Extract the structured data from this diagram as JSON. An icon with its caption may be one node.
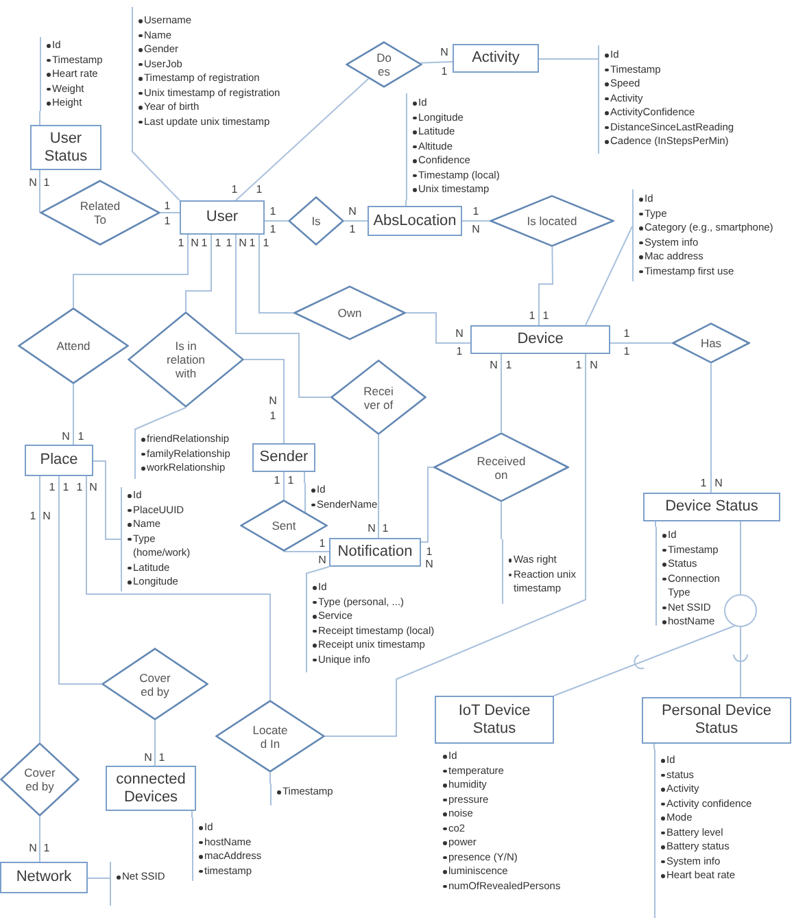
{
  "diagram": {
    "nodes": [
      {
        "text": [
          "Username",
          "Name",
          "Gender",
          "UserJob",
          "Timestamp of registration",
          "Unix timestamp of registration",
          "Year of birth",
          "Last update unix timestamp"
        ]
      },
      {
        "text": [
          "Do es"
        ]
      },
      {
        "text": [
          "Activity"
        ]
      },
      {
        "text": [
          "Id",
          "Timestamp",
          "Speed",
          "Activity",
          "ActivityConfidence",
          "DistanceSinceLastReading",
          "Cadence (InStepsPerMin)"
        ]
      },
      {
        "text": [
          "Id",
          "Timestamp",
          "Heart rate",
          "Weight",
          "Height"
        ]
      },
      {
        "text": [
          "User Status"
        ]
      },
      {
        "text": [
          "Id",
          "Longitude",
          "Latitude",
          "Altitude",
          "Confidence",
          "Timestamp (local)",
          "Unix timestamp"
        ]
      },
      {
        "text": [
          "Related To"
        ]
      },
      {
        "text": [
          "User"
        ]
      },
      {
        "text": [
          "Is"
        ]
      },
      {
        "text": [
          "AbsLocation"
        ]
      },
      {
        "text": [
          "Is located"
        ]
      },
      {
        "text": [
          "Id",
          "Type",
          "Category (e.g., smartphone)",
          "System info",
          "Mac address",
          "Timestamp first use"
        ]
      },
      {
        "text": [
          "Own"
        ]
      },
      {
        "text": [
          "Attend"
        ]
      },
      {
        "text": [
          "Is in relation with"
        ]
      },
      {
        "text": [
          "Device"
        ]
      },
      {
        "text": [
          "Has"
        ]
      },
      {
        "text": [
          "Recei ver of"
        ]
      },
      {
        "text": [
          "friendRelationship",
          "familyRelationship",
          "workRelationship"
        ]
      },
      {
        "text": [
          "Sender"
        ]
      },
      {
        "text": [
          "Received on"
        ]
      },
      {
        "text": [
          "Place"
        ]
      },
      {
        "text": [
          "Id",
          "SenderName"
        ]
      },
      {
        "text": [
          "Id",
          "PlaceUUID",
          "Name",
          "Type (home/work)",
          "Latitude",
          "Longitude"
        ]
      },
      {
        "text": [
          "Device Status"
        ]
      },
      {
        "text": [
          "Sent"
        ]
      },
      {
        "text": [
          "Notification"
        ]
      },
      {
        "text": [
          "Was right",
          "Reaction unix timestamp"
        ]
      },
      {
        "text": [
          "Id",
          "Type (personal, ...)",
          "Service",
          "Receipt timestamp (local)",
          "Receipt unix timestamp",
          "Unique info"
        ]
      },
      {
        "text": [
          "Id",
          "Timestamp",
          "Status",
          "Connection Type",
          "Net SSID",
          "hostName"
        ]
      },
      {
        "text": [],
        "shape": "circle"
      },
      {
        "text": [
          "Cover ed by"
        ]
      },
      {
        "text": [
          "IoT Device Status"
        ],
        "beside": [
          "Id",
          "temperature",
          "humidity",
          "pressure",
          "noise",
          "co2",
          "power",
          "presence (Y/N)",
          "luminiscence",
          "numOfRevealedPersons"
        ]
      },
      {
        "text": [
          "Personal Device Status"
        ]
      },
      {
        "text": [
          "Locate d In"
        ]
      },
      {
        "text": [
          "Timestamp"
        ]
      },
      {
        "text": [
          "connected Devices"
        ]
      },
      {
        "text": [
          "Cover ed by"
        ]
      },
      {
        "text": [
          "Id",
          "status",
          "Activity",
          "Activity confidence",
          "Mode",
          "Battery level",
          "Battery status",
          "System info",
          "Heart beat rate"
        ]
      },
      {
        "text": [
          "Id",
          "hostName",
          "macAddress",
          "timestamp"
        ]
      },
      {
        "text": [
          "Network"
        ]
      },
      {
        "text": [
          "Net SSID"
        ]
      }
    ],
    "edges": [
      {
        "from": 0,
        "to": 8,
        "arrow": "none"
      },
      {
        "from": 8,
        "to": 1,
        "arrow": "none"
      },
      {
        "from": 1,
        "to": 2,
        "arrow": "none"
      },
      {
        "from": 2,
        "to": 3,
        "arrow": "none"
      },
      {
        "from": 5,
        "to": 4,
        "arrow": "none"
      },
      {
        "from": 10,
        "to": 6,
        "arrow": "none"
      },
      {
        "from": 5,
        "to": 7,
        "arrow": "none"
      },
      {
        "from": 7,
        "to": 8,
        "arrow": "none"
      },
      {
        "from": 8,
        "to": 9,
        "arrow": "none"
      },
      {
        "from": 9,
        "to": 10,
        "arrow": "none"
      },
      {
        "from": 10,
        "to": 11,
        "arrow": "none"
      },
      {
        "from": 11,
        "to": 16,
        "arrow": "none"
      },
      {
        "from": 16,
        "to": 12,
        "arrow": "none"
      },
      {
        "from": 8,
        "to": 13,
        "arrow": "none"
      },
      {
        "from": 13,
        "to": 16,
        "arrow": "none"
      },
      {
        "from": 8,
        "to": 14,
        "arrow": "none"
      },
      {
        "from": 14,
        "to": 22,
        "arrow": "none"
      },
      {
        "from": 8,
        "to": 15,
        "arrow": "none"
      },
      {
        "from": 15,
        "to": 19,
        "arrow": "none"
      },
      {
        "from": 15,
        "to": 20,
        "arrow": "none"
      },
      {
        "from": 8,
        "to": 18,
        "arrow": "none"
      },
      {
        "from": 18,
        "to": 27,
        "arrow": "none"
      },
      {
        "from": 16,
        "to": 17,
        "arrow": "none"
      },
      {
        "from": 17,
        "to": 25,
        "arrow": "none"
      },
      {
        "from": 16,
        "to": 21,
        "arrow": "none"
      },
      {
        "from": 21,
        "to": 27,
        "arrow": "none"
      },
      {
        "from": 21,
        "to": 28,
        "arrow": "none"
      },
      {
        "from": 20,
        "to": 23,
        "arrow": "none"
      },
      {
        "from": 20,
        "to": 26,
        "arrow": "none"
      },
      {
        "from": 26,
        "to": 27,
        "arrow": "none"
      },
      {
        "from": 22,
        "to": 24,
        "arrow": "none"
      },
      {
        "from": 27,
        "to": 29,
        "arrow": "none"
      },
      {
        "from": 25,
        "to": 30,
        "arrow": "none"
      },
      {
        "from": 25,
        "to": 31,
        "arrow": "none"
      },
      {
        "from": 31,
        "to": 33,
        "arrow": "none"
      },
      {
        "from": 31,
        "to": 34,
        "arrow": "none"
      },
      {
        "from": 22,
        "to": 32,
        "arrow": "none"
      },
      {
        "from": 32,
        "to": 37,
        "arrow": "none"
      },
      {
        "from": 22,
        "to": 35,
        "arrow": "none"
      },
      {
        "from": 16,
        "to": 35,
        "arrow": "none"
      },
      {
        "from": 35,
        "to": 36,
        "arrow": "none"
      },
      {
        "from": 22,
        "to": 38,
        "arrow": "none"
      },
      {
        "from": 38,
        "to": 41,
        "arrow": "none"
      },
      {
        "from": 34,
        "to": 39,
        "arrow": "none"
      },
      {
        "from": 37,
        "to": 40,
        "arrow": "none"
      },
      {
        "from": 41,
        "to": 42,
        "arrow": "none"
      }
    ],
    "labels": [
      "N",
      "1",
      "N",
      "1",
      "1",
      "1",
      "1",
      "1",
      "1",
      "1",
      "N",
      "1",
      "1",
      "N",
      "1",
      "N",
      "1",
      "1",
      "1",
      "N",
      "1",
      "1",
      "1",
      "1",
      "N",
      "1",
      "1",
      "1",
      "N",
      "1",
      "1",
      "N",
      "N",
      "1",
      "N",
      "1",
      "1",
      "1",
      "1",
      "N",
      "1",
      "1",
      "1",
      "N",
      "1",
      "N",
      "N",
      "1",
      "1",
      "N",
      "1",
      "N",
      "N",
      "1",
      "N",
      "1"
    ]
  }
}
